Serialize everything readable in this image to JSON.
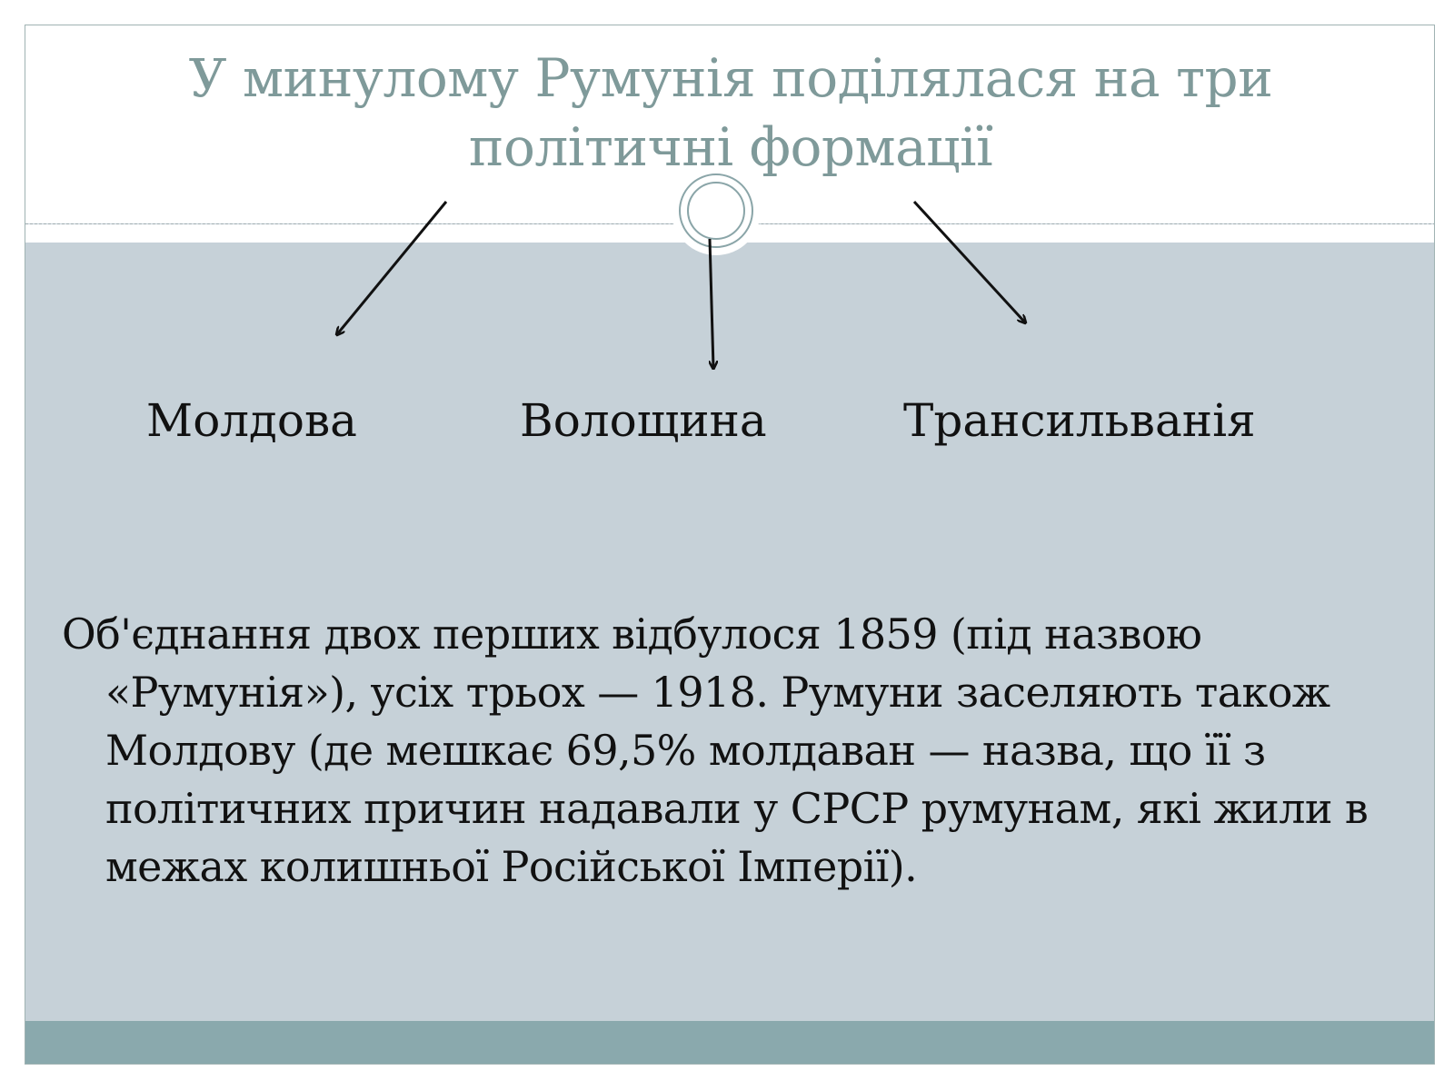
{
  "slide": {
    "title": "У минулому Румунія поділялася на три політичні формації",
    "regions": [
      "Молдова",
      "Волощина",
      "Трансильванія"
    ],
    "paragraph": "Об'єднання двох перших відбулося 1859 (під назвою «Румунія»), усіх трьох — 1918. Румуни заселяють також Молдову (де мешкає 69,5% молдаван — назва, що її з політичних причин надавали у СРСР румунам, які жили в межах колишньої Російської Імперії)."
  },
  "colors": {
    "title": "#7f9a9a",
    "body_panel": "#c6d1d8",
    "footer_band": "#8aa9ad",
    "ornament": "#8aa5a8",
    "text": "#111111"
  },
  "icons": {
    "ornament": "double-ring-ornament-icon",
    "arrows": "arrow-icon"
  }
}
